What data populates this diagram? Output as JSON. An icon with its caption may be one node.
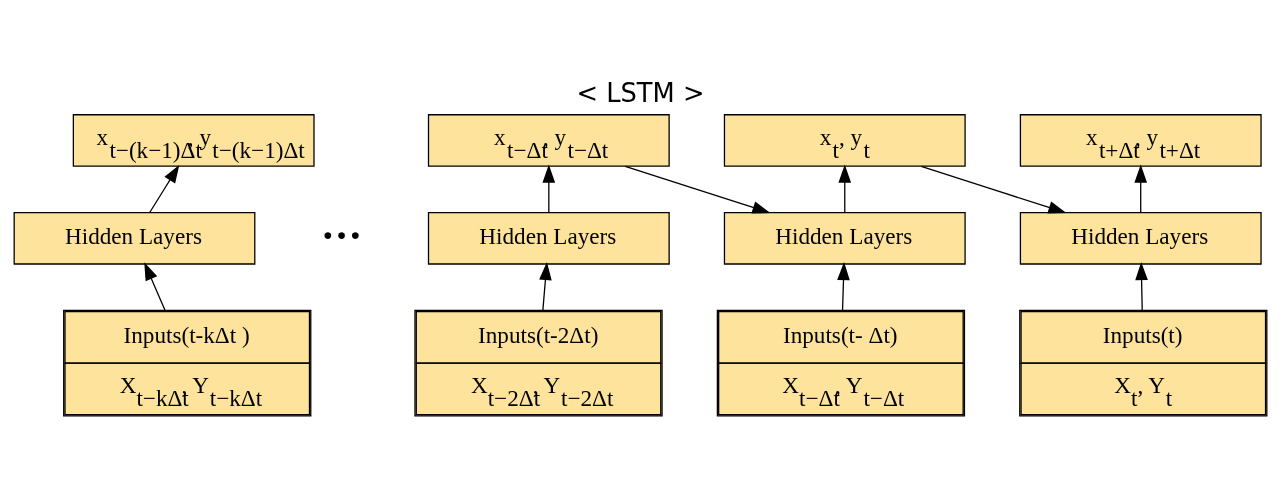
{
  "diagram": {
    "title": "< LSTM >",
    "nodes": [
      {
        "text": [
          "x$_{t−(k−1)Δt}$, y$_{t−(k−1)Δt}$"
        ]
      },
      {
        "text": [
          "x$_{t−Δt}$, y$_{t−Δt}$"
        ]
      },
      {
        "text": [
          "x$_{t}$, y$_{t}$"
        ]
      },
      {
        "text": [
          "x$_{t+Δt}$, y$_{t+Δt}$"
        ]
      },
      {
        "text": [
          "Hidden Layers"
        ]
      },
      {
        "text": [
          "Hidden Layers"
        ]
      },
      {
        "text": [
          "Hidden Layers"
        ]
      },
      {
        "text": [
          "Hidden Layers"
        ]
      },
      {
        "text": [
          "Inputs(t-kΔt )",
          "X$_{t−kΔt}$, Y$_{t−kΔt}$"
        ]
      },
      {
        "text": [
          "Inputs(t-2Δt)",
          "X$_{t−2Δt}$, Y$_{t−2Δt}$"
        ]
      },
      {
        "text": [
          "Inputs(t- Δt)",
          "X$_{t−Δt}$, Y$_{t−Δt}$"
        ]
      },
      {
        "text": [
          "Inputs(t)",
          "X$_{t}$, Y$_{t}$"
        ]
      }
    ],
    "edges": [
      {
        "from": 8,
        "to": 4,
        "arrow": "to"
      },
      {
        "from": 4,
        "to": 0,
        "arrow": "to"
      },
      {
        "from": 9,
        "to": 5,
        "arrow": "to"
      },
      {
        "from": 5,
        "to": 1,
        "arrow": "to"
      },
      {
        "from": 10,
        "to": 6,
        "arrow": "to"
      },
      {
        "from": 6,
        "to": 2,
        "arrow": "to"
      },
      {
        "from": 11,
        "to": 7,
        "arrow": "to"
      },
      {
        "from": 7,
        "to": 3,
        "arrow": "to"
      },
      {
        "from": 1,
        "to": 6,
        "arrow": "to"
      },
      {
        "from": 2,
        "to": 7,
        "arrow": "to"
      }
    ],
    "labels": [
      "•••"
    ]
  }
}
